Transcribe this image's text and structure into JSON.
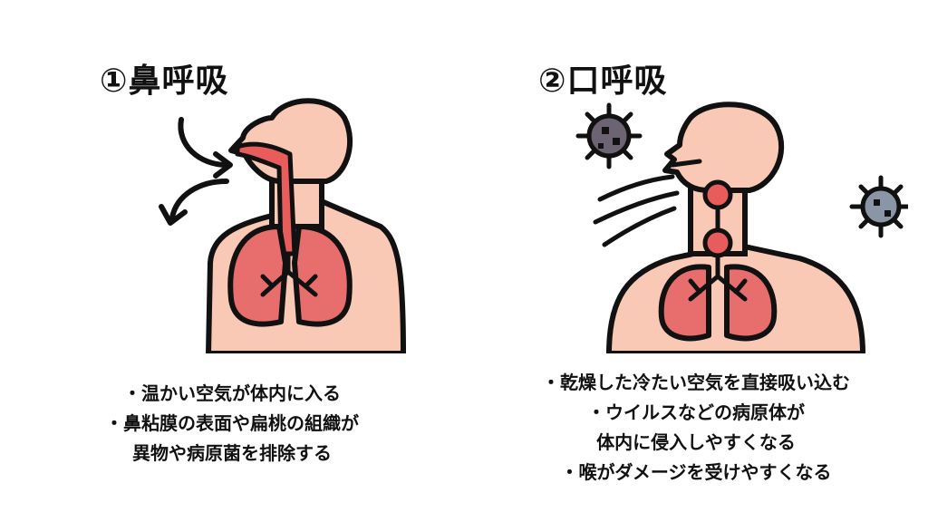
{
  "left": {
    "heading": "①鼻呼吸",
    "notes": [
      "・温かい空気が体内に入る",
      "・鼻粘膜の表面や扁桃の組織が",
      "異物や病原菌を排除する"
    ]
  },
  "right": {
    "heading": "②口呼吸",
    "notes": [
      "・乾燥した冷たい空気を直接吸い込む",
      "・ウイルスなどの病原体が",
      "体内に侵入しやすくなる",
      "・喉がダメージを受けやすくなる"
    ]
  },
  "colors": {
    "skin": "#f9c9b6",
    "airway": "#e85c5c",
    "lung": "#e86e6e",
    "outline": "#111111",
    "virus_body": "#6d6473",
    "virus_alt": "#8a96a6"
  },
  "icons": [
    "nose-breathing-figure-icon",
    "mouth-breathing-figure-icon",
    "virus-icon",
    "air-flow-arrow-icon"
  ]
}
